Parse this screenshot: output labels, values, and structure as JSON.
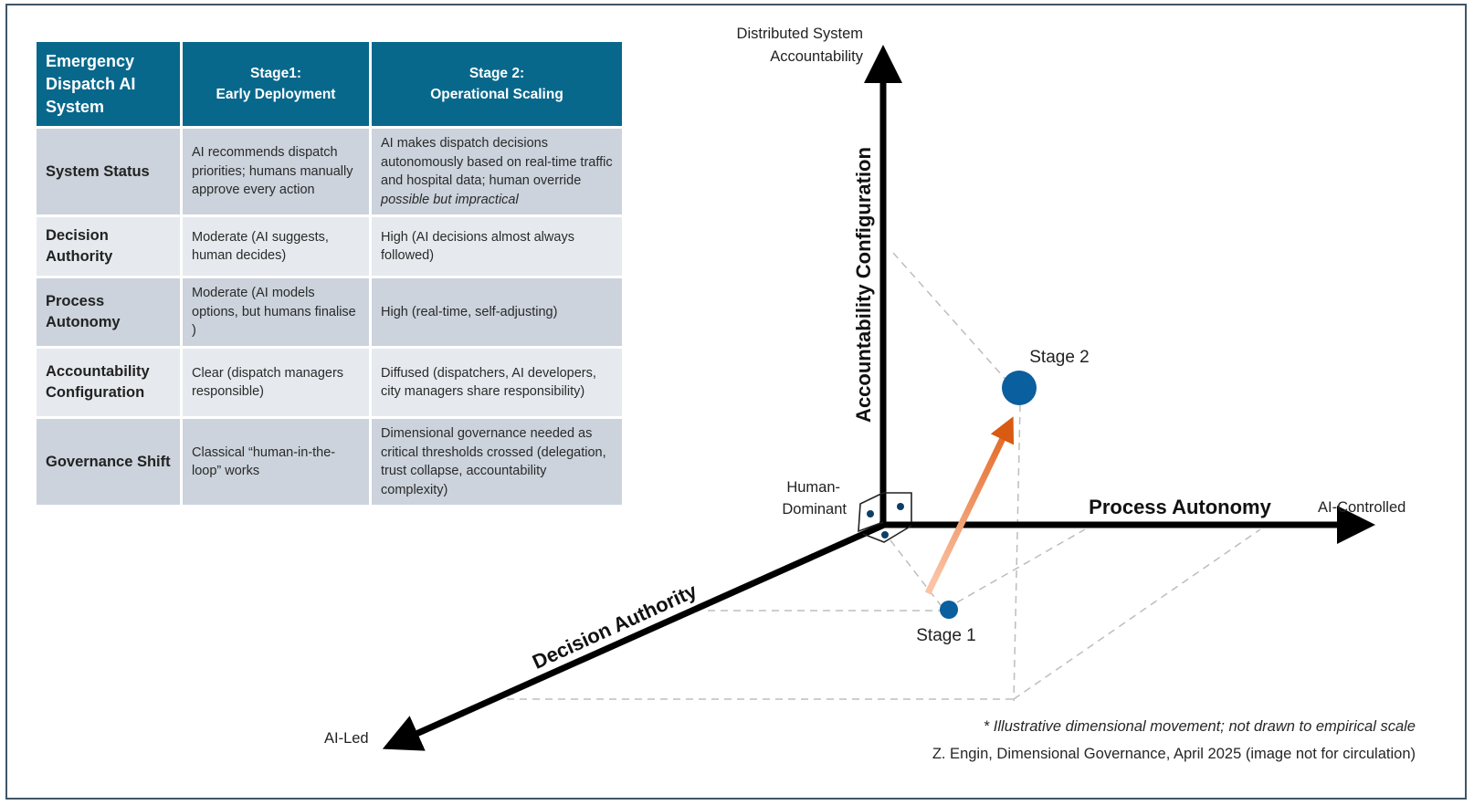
{
  "table": {
    "header": {
      "corner": "Emergency Dispatch AI System",
      "stage1_line1": "Stage1:",
      "stage1_line2": "Early Deployment",
      "stage2_line1": "Stage 2:",
      "stage2_line2": "Operational Scaling"
    },
    "rows": [
      {
        "label": "System Status",
        "stage1": "AI recommends dispatch priorities; humans manually approve every action",
        "stage2_plain": "AI makes dispatch decisions autonomously based on real-time traffic and hospital data; human override ",
        "stage2_italic": "possible but impractical"
      },
      {
        "label": "Decision Authority",
        "stage1": "Moderate (AI suggests, human decides)",
        "stage2": "High  (AI decisions almost always followed)"
      },
      {
        "label": "Process Autonomy",
        "stage1": "Moderate (AI models options, but humans finalise )",
        "stage2": "High (real-time, self-adjusting)"
      },
      {
        "label": "Accountability Configuration",
        "stage1": "Clear (dispatch managers responsible)",
        "stage2": "Diffused (dispatchers, AI developers, city managers share responsibility)"
      },
      {
        "label": "Governance Shift",
        "stage1": "Classical “human-in-the-loop” works",
        "stage2": "Dimensional governance needed as critical thresholds crossed (delegation, trust collapse, accountability complexity)"
      }
    ]
  },
  "diagram": {
    "axes": {
      "vertical": {
        "title": "Accountability Configuration",
        "end_label_line1": "Distributed System",
        "end_label_line2": "Accountability"
      },
      "horizontal": {
        "title": "Process Autonomy",
        "end_label": "AI-Controlled"
      },
      "depth": {
        "title": "Decision Authority",
        "end_label": "AI-Led"
      },
      "origin_label_line1": "Human-",
      "origin_label_line2": "Dominant"
    },
    "points": [
      {
        "label": "Stage 1"
      },
      {
        "label": "Stage 2"
      }
    ],
    "colors": {
      "point": "#0a5f9e",
      "arrow_start": "#fbc2a4",
      "arrow_end": "#e0601a",
      "axis": "#000000",
      "guide": "#bdbdbd",
      "header_bg": "#08688c"
    }
  },
  "footer": {
    "note": "* Illustrative dimensional movement; not drawn to empirical scale",
    "credit": "Z. Engin, Dimensional Governance, April 2025 (image not for circulation)"
  }
}
